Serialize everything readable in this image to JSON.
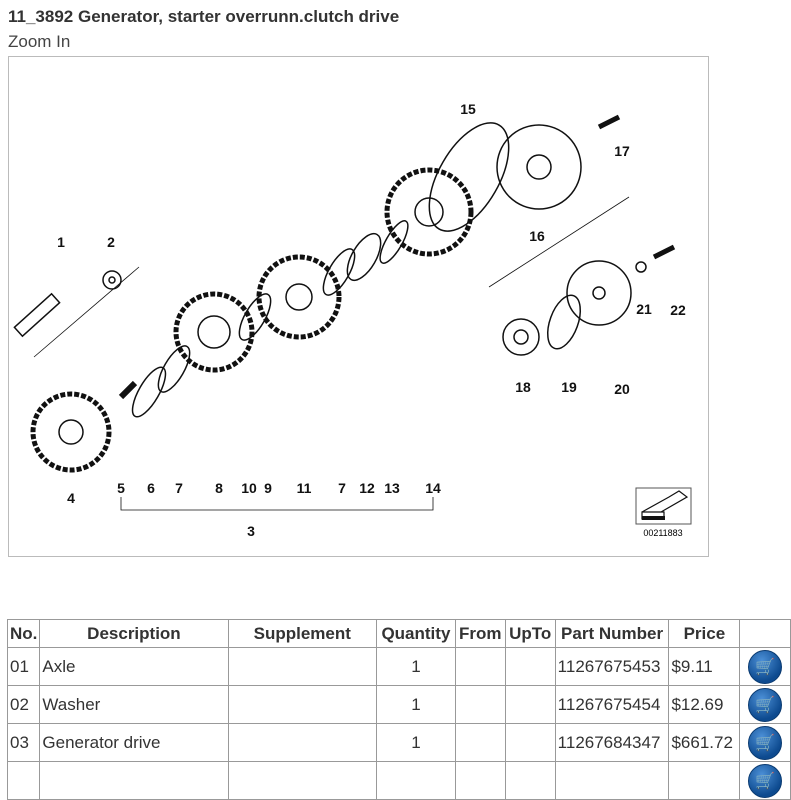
{
  "header": {
    "title": "11_3892 Generator, starter overrunn.clutch drive",
    "zoom_link": "Zoom In"
  },
  "diagram": {
    "image_code": "00211883",
    "callouts": [
      "1",
      "2",
      "15",
      "17",
      "16",
      "21",
      "22",
      "18",
      "19",
      "20",
      "5",
      "6",
      "7",
      "8",
      "10",
      "9",
      "11",
      "7",
      "12",
      "13",
      "14",
      "4",
      "3"
    ]
  },
  "table": {
    "headers": [
      "No.",
      "Description",
      "Supplement",
      "Quantity",
      "From",
      "UpTo",
      "Part Number",
      "Price",
      ""
    ],
    "rows": [
      {
        "no": "01",
        "description": "Axle",
        "supplement": "",
        "quantity": "1",
        "from": "",
        "upto": "",
        "part_number": "11267675453",
        "price": "$9.11"
      },
      {
        "no": "02",
        "description": "Washer",
        "supplement": "",
        "quantity": "1",
        "from": "",
        "upto": "",
        "part_number": "11267675454",
        "price": "$12.69"
      },
      {
        "no": "03",
        "description": "Generator drive",
        "supplement": "",
        "quantity": "1",
        "from": "",
        "upto": "",
        "part_number": "11267684347",
        "price": "$661.72"
      },
      {
        "no": "",
        "description": "",
        "supplement": "",
        "quantity": "",
        "from": "",
        "upto": "",
        "part_number": "",
        "price": ""
      }
    ]
  },
  "colors": {
    "cart": "#0d4a8f"
  }
}
